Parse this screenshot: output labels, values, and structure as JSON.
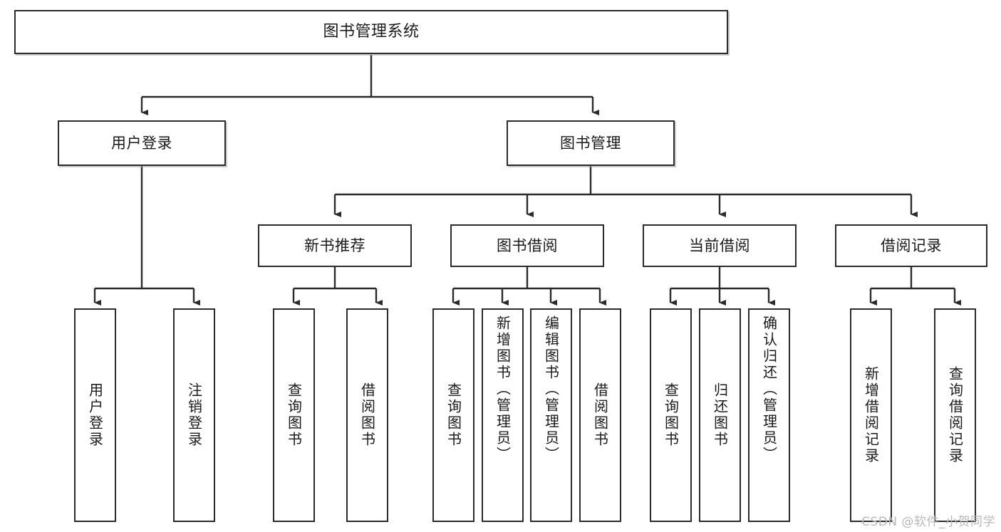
{
  "diagram": {
    "title": "图书管理系统",
    "type": "功能结构图",
    "style": {
      "background": "#ffffff",
      "border_color": "#2b2b2b",
      "text_color": "#1a1a1a",
      "watermark_color": "#b8b8b8"
    }
  },
  "nodes": {
    "root": {
      "label": "图书管理系统"
    },
    "level2": [
      {
        "label": "用户登录"
      },
      {
        "label": "图书管理"
      }
    ],
    "level3": [
      {
        "label": "新书推荐"
      },
      {
        "label": "图书借阅"
      },
      {
        "label": "当前借阅"
      },
      {
        "label": "借阅记录"
      }
    ],
    "leaves": {
      "user_login": [
        {
          "label": "用户登录"
        },
        {
          "label": "注销登录"
        }
      ],
      "new_book_recommend": [
        {
          "label": "查询图书"
        },
        {
          "label": "借阅图书"
        }
      ],
      "book_borrow": [
        {
          "label": "查询图书"
        },
        {
          "label": "新增图书（管理员）"
        },
        {
          "label": "编辑图书（管理员）"
        },
        {
          "label": "借阅图书"
        }
      ],
      "current_borrow": [
        {
          "label": "查询图书"
        },
        {
          "label": "归还图书"
        },
        {
          "label": "确认归还（管理员）"
        }
      ],
      "borrow_record": [
        {
          "label": "新增借阅记录"
        },
        {
          "label": "查询借阅记录"
        }
      ]
    }
  },
  "watermark": {
    "text": "CSDN @软件_小贺同学"
  }
}
